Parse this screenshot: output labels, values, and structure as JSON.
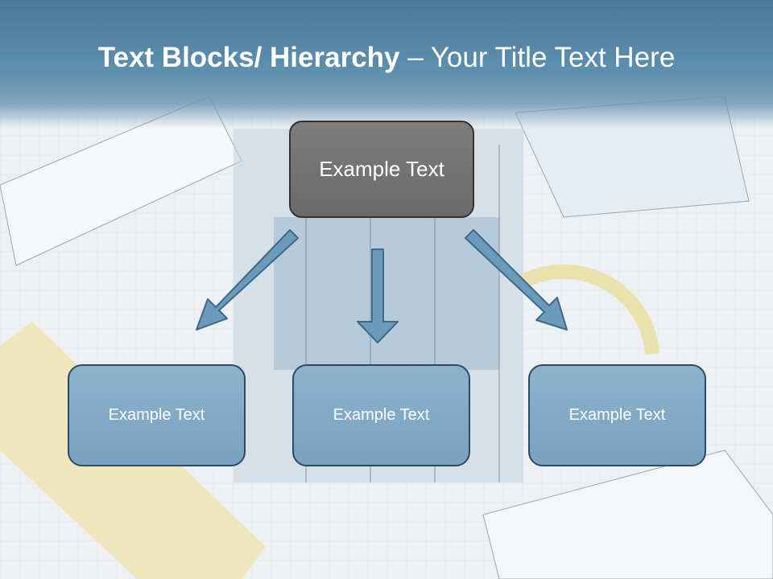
{
  "slide": {
    "title_bold": "Text Blocks/ Hierarchy",
    "title_rest": " – Your Title Text Here"
  },
  "diagram": {
    "root": {
      "label": "Example Text"
    },
    "children": [
      {
        "label": "Example Text"
      },
      {
        "label": "Example Text"
      },
      {
        "label": "Example Text"
      }
    ]
  },
  "colors": {
    "title_band": "#5d8fae",
    "root_fill": "#737373",
    "child_fill": "#82a9c4",
    "arrow_fill": "#6b9bbb",
    "arrow_stroke": "#3e6a88"
  }
}
